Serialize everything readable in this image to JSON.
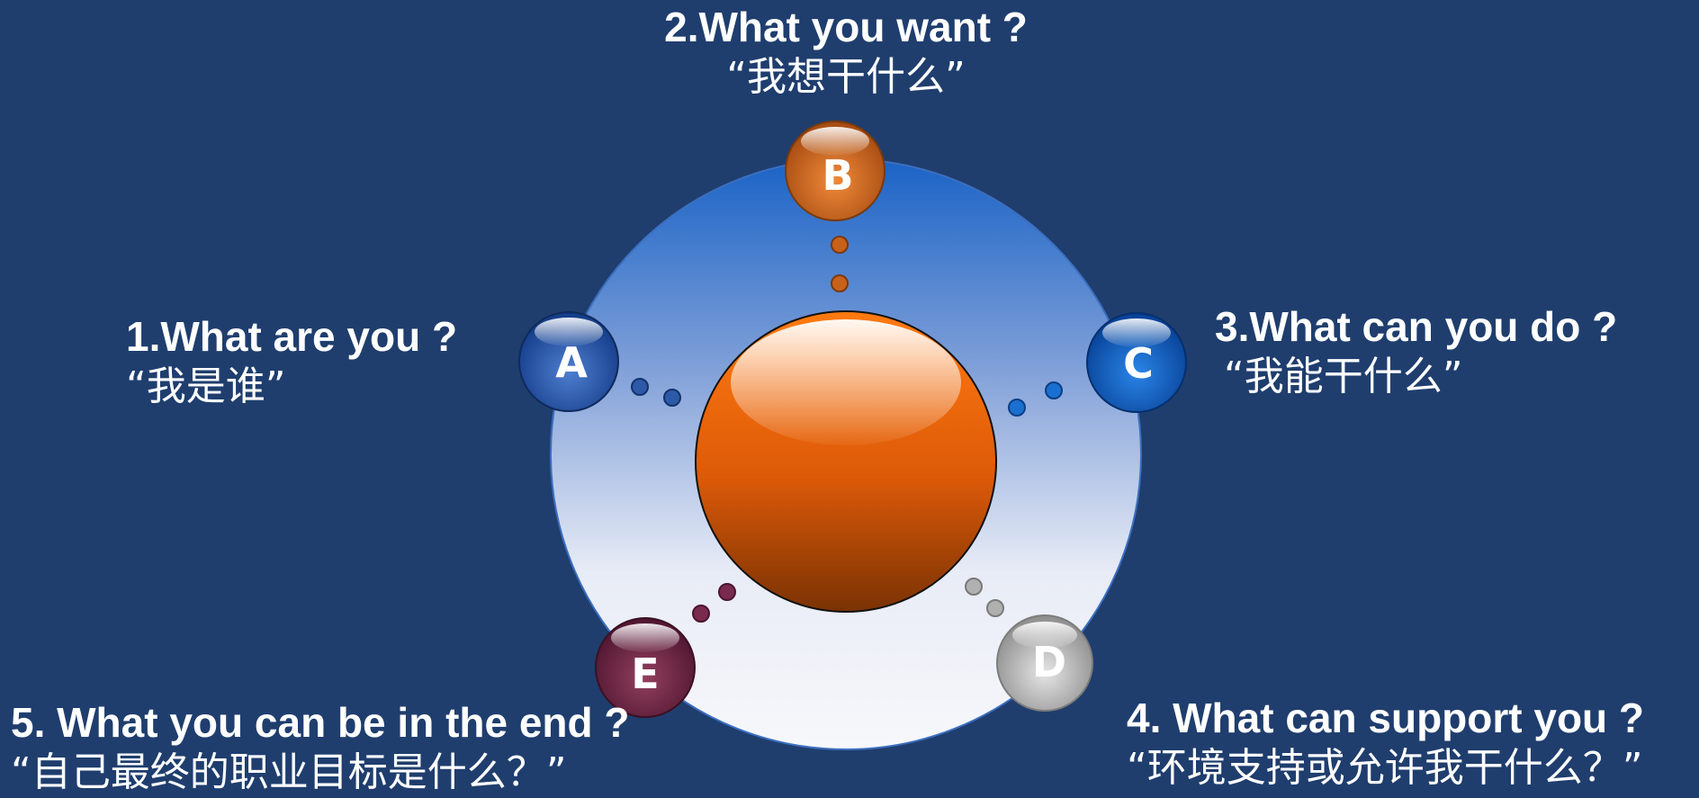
{
  "nodes": [
    {
      "letter": "A",
      "color": "#1a4a9a"
    },
    {
      "letter": "B",
      "color": "#d9661a"
    },
    {
      "letter": "C",
      "color": "#0a55b0"
    },
    {
      "letter": "D",
      "color": "#b9b9b9"
    },
    {
      "letter": "E",
      "color": "#6a2040"
    }
  ],
  "labels": {
    "a": {
      "en": "1.What are you ?",
      "zh": "“我是谁”"
    },
    "b": {
      "en": "2.What you want ?",
      "zh": "“我想干什么”"
    },
    "c": {
      "en": "3.What can you do ?",
      "zh": "“我能干什么”"
    },
    "d": {
      "en": "4. What can support you ?",
      "zh": "“环境支持或允许我干什么？”"
    },
    "e": {
      "en": "5. What you can be in the end ?",
      "zh": "“自己最终的职业目标是什么？”"
    }
  },
  "colors": {
    "background": "#1f3e6e",
    "ring_top": "#1e66c8",
    "ring_bottom": "#f5f5f7",
    "center_orange": "#ee6a10"
  }
}
